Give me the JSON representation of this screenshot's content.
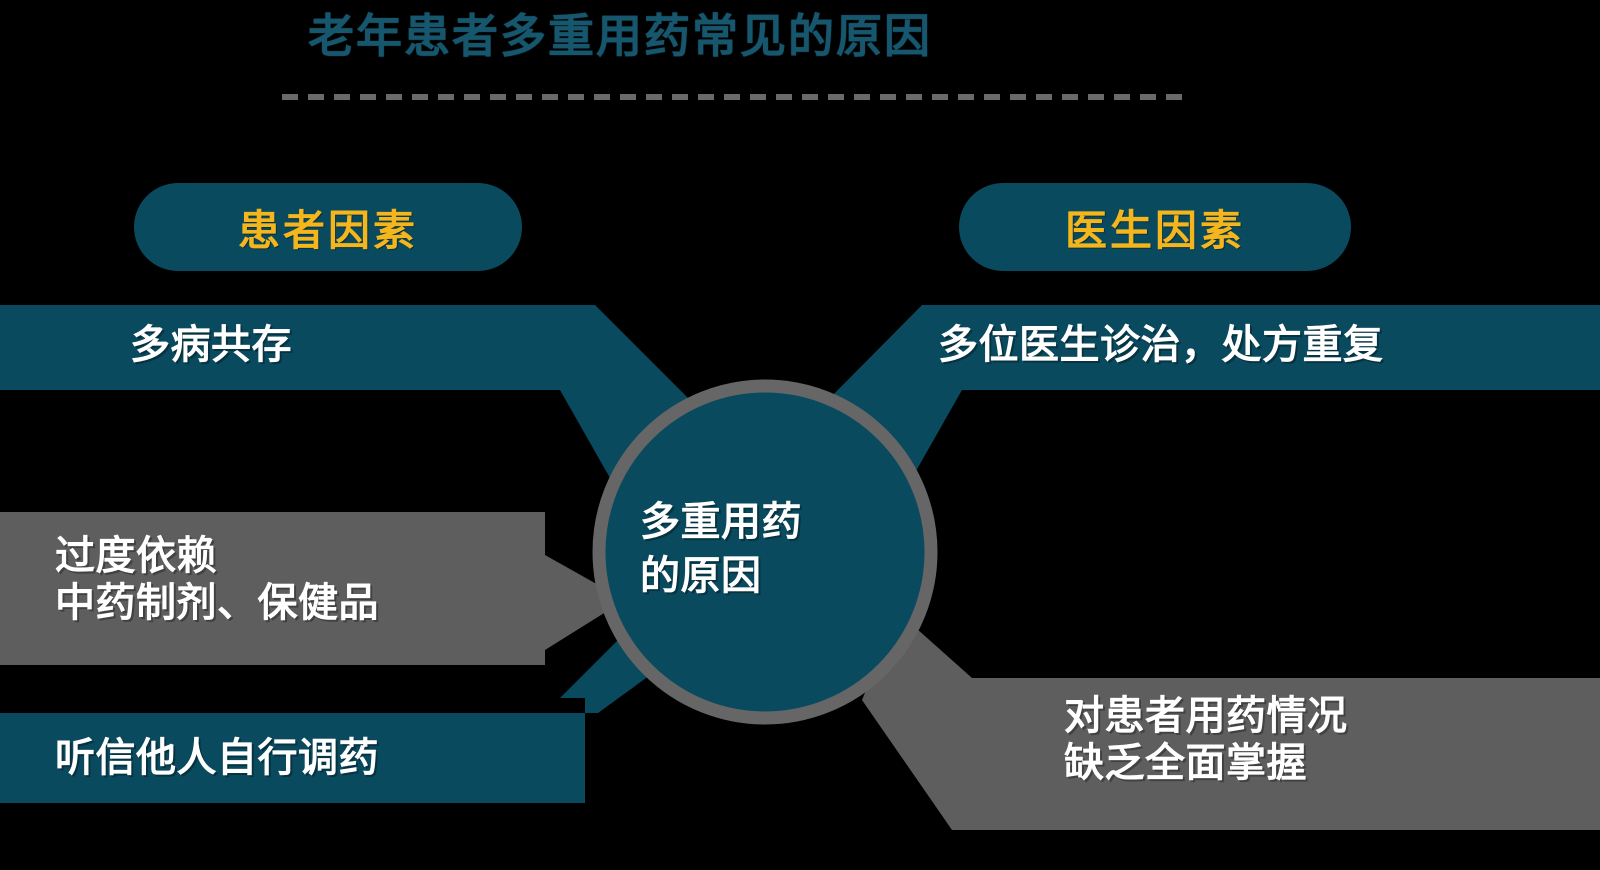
{
  "header": {
    "title": "老年患者多重用药常见的原因",
    "title_color": "#17576e",
    "divider": "dashed-rule"
  },
  "palette": {
    "background": "#000000",
    "teal": "#0a4a5e",
    "gray": "#5e5e5e",
    "gold": "#f4b61c",
    "white": "#ffffff",
    "title_teal": "#17576e",
    "ring_gray": "#666666"
  },
  "categories": [
    {
      "id": "patient",
      "label": "患者因素",
      "side": "left"
    },
    {
      "id": "doctor",
      "label": "医生因素",
      "side": "right"
    }
  ],
  "center": {
    "line1": "多重用药",
    "line2": "的原因",
    "fill": "#0a4a5e",
    "ring": "#666666"
  },
  "branches": [
    {
      "id": "b1",
      "category": "patient",
      "color": "teal",
      "lines": [
        "多病共存"
      ]
    },
    {
      "id": "b2",
      "category": "patient",
      "color": "gray",
      "lines": [
        "过度依赖",
        "中药制剂、保健品"
      ]
    },
    {
      "id": "b3",
      "category": "patient",
      "color": "teal",
      "lines": [
        "听信他人自行调药"
      ]
    },
    {
      "id": "b4",
      "category": "doctor",
      "color": "teal",
      "lines": [
        "多位医生诊治，处方重复"
      ]
    },
    {
      "id": "b5",
      "category": "doctor",
      "color": "gray",
      "lines": [
        "对患者用药情况",
        "缺乏全面掌握"
      ]
    }
  ]
}
